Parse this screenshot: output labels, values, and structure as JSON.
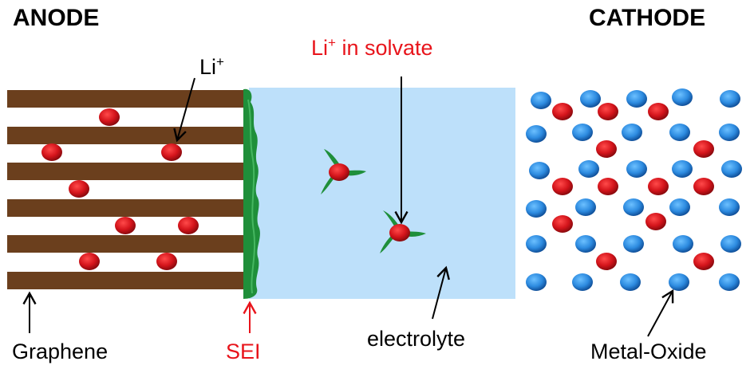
{
  "headings": {
    "anode": "ANODE",
    "cathode": "CATHODE"
  },
  "labels": {
    "li_ion_base": "Li",
    "li_ion_sup": "+",
    "li_solvate_base": "Li",
    "li_solvate_sup": "+",
    "li_solvate_rest": " in solvate",
    "graphene": "Graphene",
    "sei": "SEI",
    "electrolyte": "electrolyte",
    "metal_oxide": "Metal-Oxide"
  },
  "colors": {
    "graphene_brown": "#6b3f1d",
    "lithium_red": "#d4141b",
    "sei_green": "#1f8f3a",
    "electrolyte_blue": "#bde0fa",
    "oxide_blue": "#2d8be0",
    "label_red": "#e8141b"
  }
}
